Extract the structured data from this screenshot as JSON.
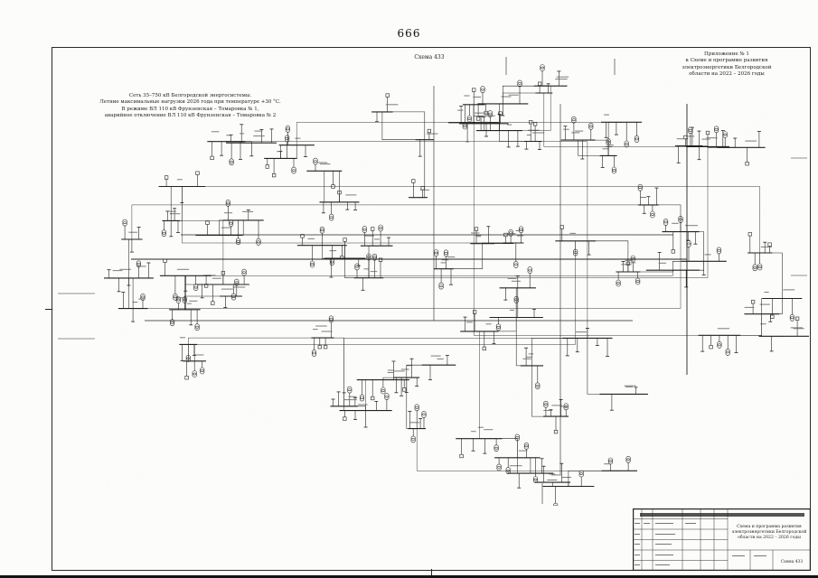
{
  "page": {
    "number": "666",
    "scheme_label": "Схема 433"
  },
  "appendix_note": {
    "lines": [
      "Приложение № 1",
      "к Схеме и программе развития",
      "электроэнергетики Белгородской",
      "области на 2022 – 2026 годы"
    ]
  },
  "regime_note": {
    "lines": [
      "Сеть 35–750 кВ Белгородской энергосистемы.",
      "Летние максимальные нагрузки 2026 года при температуре +30 °С.",
      "В режиме ВЛ 110 кВ Фрунзенская – Томаровка № 1,",
      "аварийное отключение ВЛ 110 кВ Фрунзенская – Томаровка № 2"
    ]
  },
  "title_block": {
    "title_line1": "Схема и программа развития",
    "title_line2": "электроэнергетики Белгородской",
    "title_line3": "области на 2022 – 2026 годы",
    "scheme_cell": "Схема 433"
  },
  "diagram": {
    "description": "Однолинейная схема сети 35–750 кВ Белгородской энергосистемы",
    "line_color": "#222222",
    "text_mark_color": "#666666"
  }
}
